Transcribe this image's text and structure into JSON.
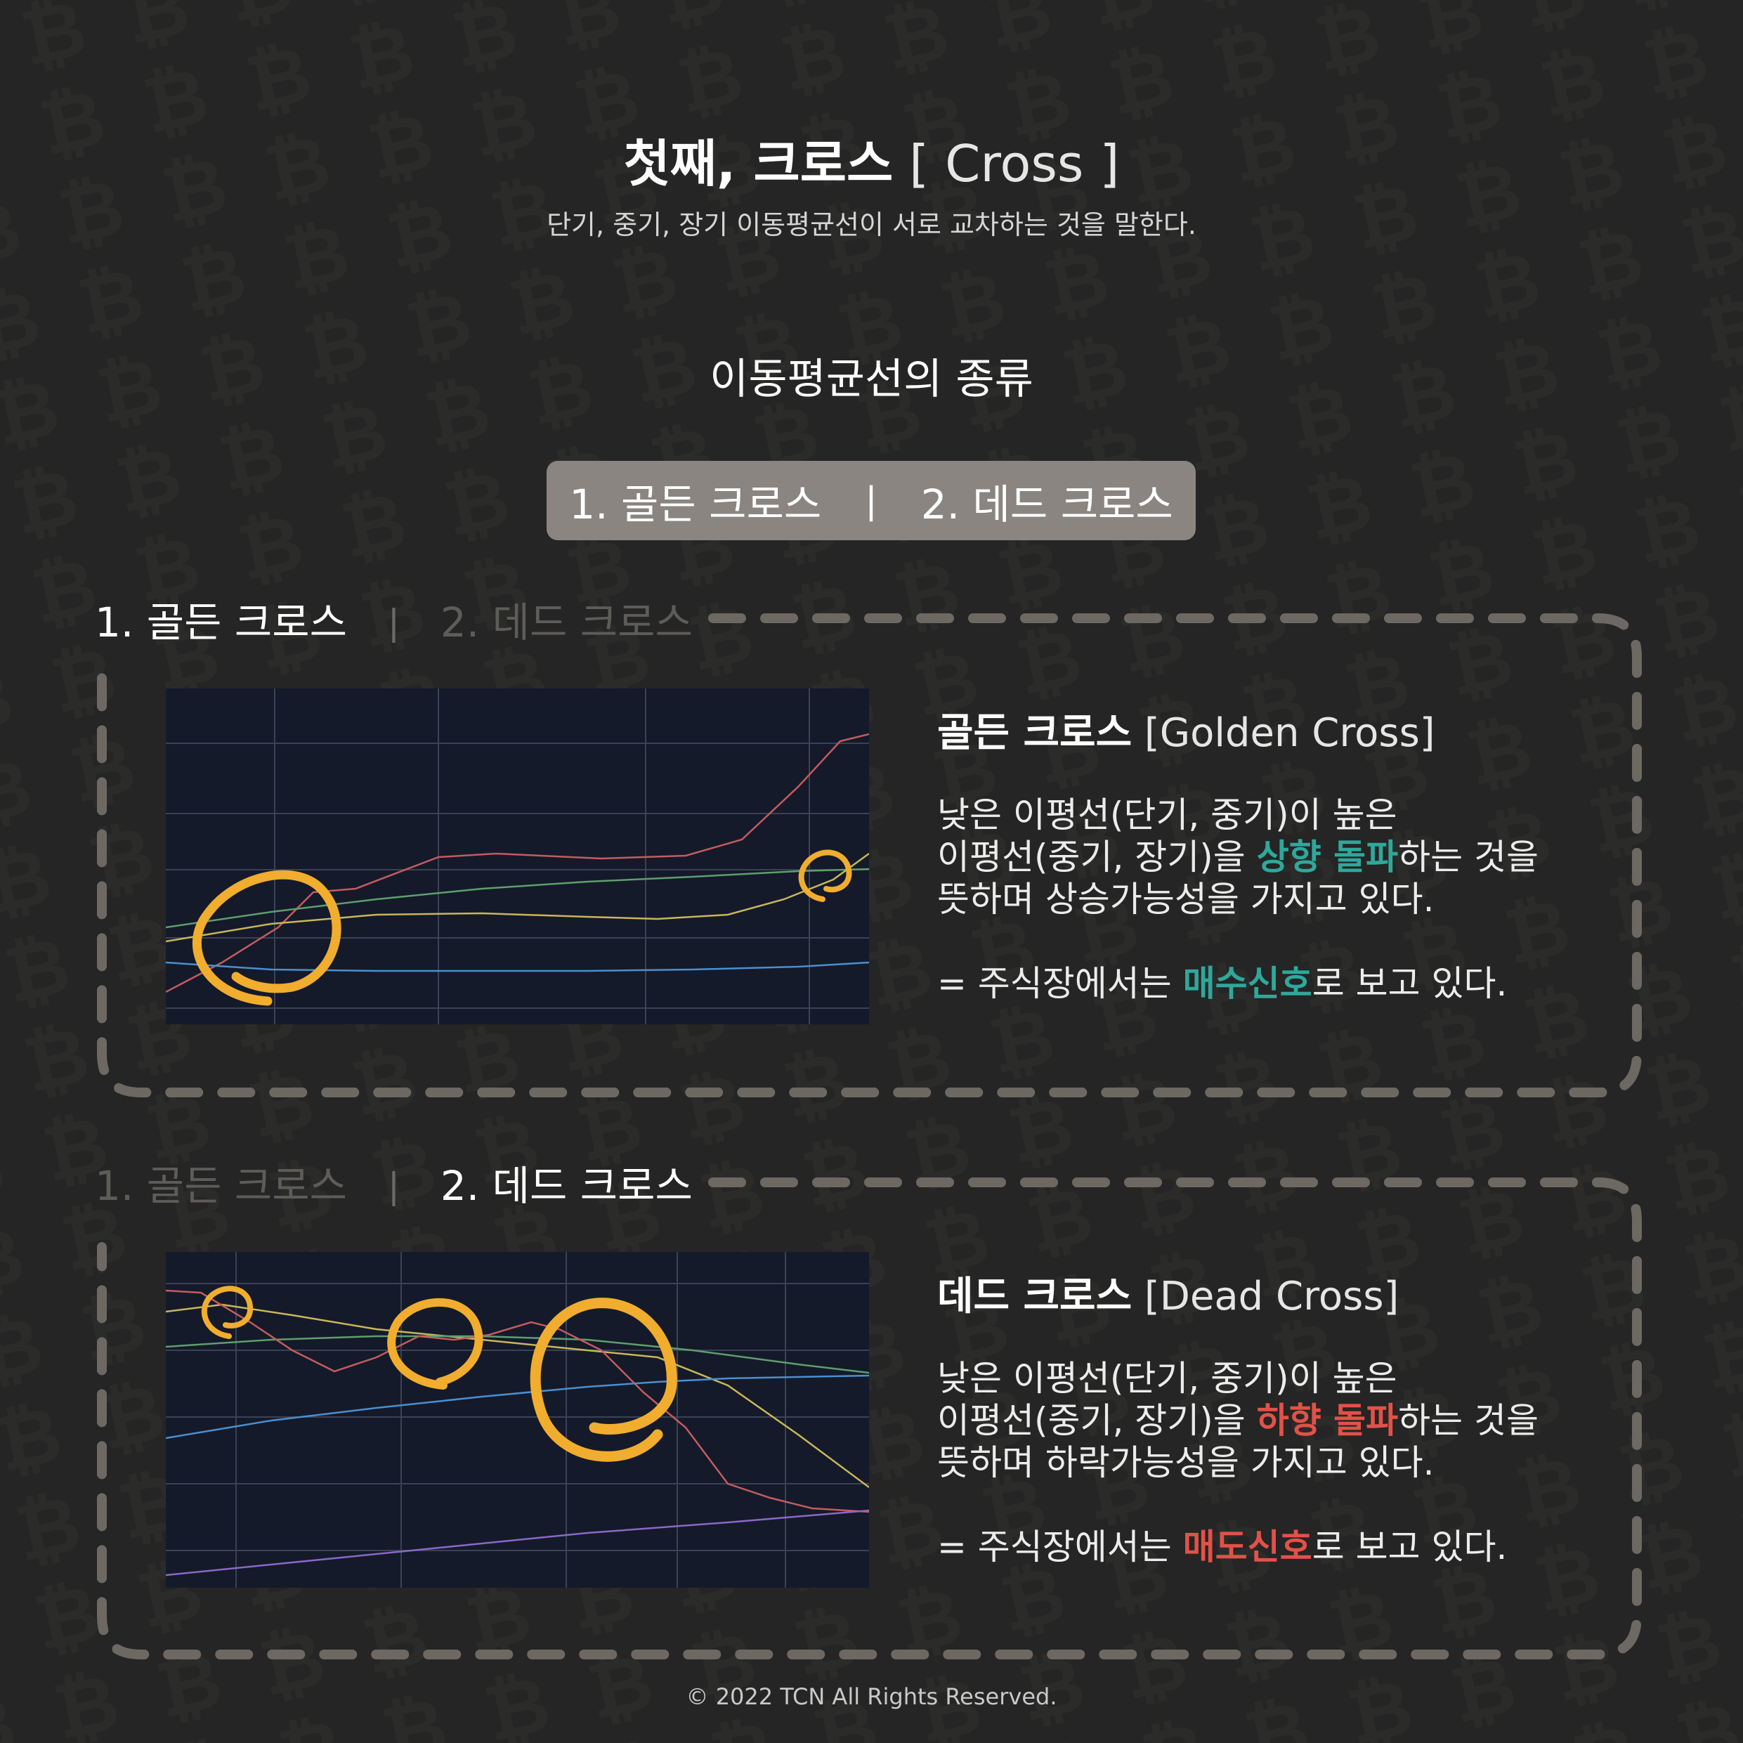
{
  "header": {
    "title_main": "첫째, 크로스",
    "title_sub": "[ Cross ]",
    "subtitle": "단기, 중기, 장기 이동평균선이 서로 교차하는 것을 말한다."
  },
  "types": {
    "heading": "이동평균선의 종류",
    "item1": "1. 골든 크로스",
    "separator": "|",
    "item2": "2. 데드 크로스"
  },
  "golden": {
    "tab_golden": "1. 골든 크로스",
    "tab_dead": "2. 데드 크로스",
    "heading_ko": "골든 크로스",
    "heading_en": "[Golden Cross]",
    "line1": "낮은 이평선(단기, 중기)이 높은",
    "line2_pre": "이평선(중기, 장기)을 ",
    "line2_hl": "상향 돌파",
    "line2_post": "하는 것을",
    "line3": "뜻하며 상승가능성을 가지고 있다.",
    "signal_pre": "= 주식장에서는 ",
    "signal_hl": "매수신호",
    "signal_post": "로 보고 있다."
  },
  "dead": {
    "tab_golden": "1. 골든 크로스",
    "tab_dead": "2. 데드 크로스",
    "heading_ko": "데드 크로스",
    "heading_en": "[Dead Cross]",
    "line1": "낮은 이평선(단기, 중기)이 높은",
    "line2_pre": "이평선(중기, 장기)을 ",
    "line2_hl": "하향 돌파",
    "line2_post": "하는 것을",
    "line3": "뜻하며 하락가능성을 가지고 있다.",
    "signal_pre": "= 주식장에서는 ",
    "signal_hl": "매도신호",
    "signal_post": "로 보고 있다."
  },
  "footer": {
    "copyright": "© 2022 TCN All Rights Reserved."
  },
  "colors": {
    "background": "#242524",
    "pill": "#8a8580",
    "frame_dash": "#6d6862",
    "highlight_green": "#2fa89c",
    "highlight_red": "#e35149",
    "circle_marker": "#f1ad2e",
    "chart_bg": "#141a29"
  }
}
